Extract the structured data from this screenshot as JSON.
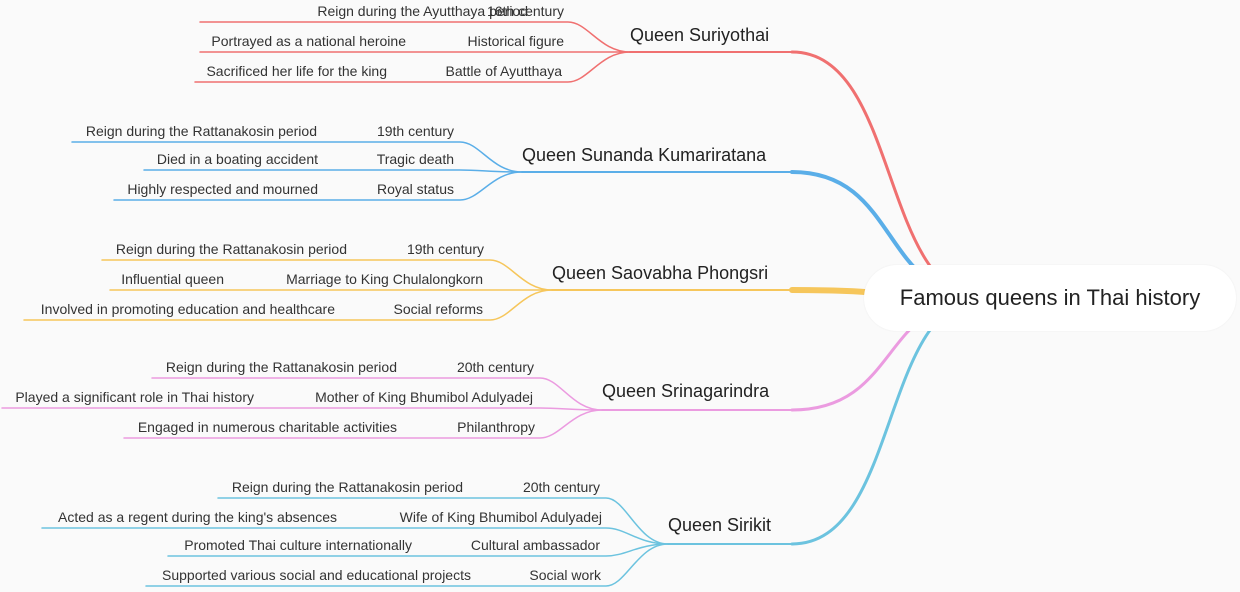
{
  "root": {
    "label": "Famous queens in Thai history"
  },
  "branches": [
    {
      "label": "Queen Suriyothai",
      "color": "#f07070",
      "children": [
        {
          "label": "16th century",
          "detail": "Reign during the Ayutthaya period"
        },
        {
          "label": "Historical figure",
          "detail": "Portrayed as a national heroine"
        },
        {
          "label": "Battle of Ayutthaya",
          "detail": "Sacrificed her life for the king"
        }
      ]
    },
    {
      "label": "Queen Sunanda Kumariratana",
      "color": "#5aaee8",
      "children": [
        {
          "label": "19th century",
          "detail": "Reign during the Rattanakosin period"
        },
        {
          "label": "Tragic death",
          "detail": "Died in a boating accident"
        },
        {
          "label": "Royal status",
          "detail": "Highly respected and mourned"
        }
      ]
    },
    {
      "label": "Queen Saovabha Phongsri",
      "color": "#f6c65b",
      "children": [
        {
          "label": "19th century",
          "detail": "Reign during the Rattanakosin period"
        },
        {
          "label": "Marriage to King Chulalongkorn",
          "detail": "Influential queen"
        },
        {
          "label": "Social reforms",
          "detail": "Involved in promoting education and healthcare"
        }
      ]
    },
    {
      "label": "Queen Srinagarindra",
      "color": "#eb9be0",
      "children": [
        {
          "label": "20th century",
          "detail": "Reign during the Rattanakosin period"
        },
        {
          "label": "Mother of King Bhumibol Adulyadej",
          "detail": "Played a significant role in Thai history"
        },
        {
          "label": "Philanthropy",
          "detail": "Engaged in numerous charitable activities"
        }
      ]
    },
    {
      "label": "Queen Sirikit",
      "color": "#6cc3df",
      "children": [
        {
          "label": "20th century",
          "detail": "Reign during the Rattanakosin period"
        },
        {
          "label": "Wife of King Bhumibol Adulyadej",
          "detail": "Acted as a regent during the king's absences"
        },
        {
          "label": "Cultural ambassador",
          "detail": "Promoted Thai culture internationally"
        },
        {
          "label": "Social work",
          "detail": "Supported various social and educational projects"
        }
      ]
    }
  ]
}
